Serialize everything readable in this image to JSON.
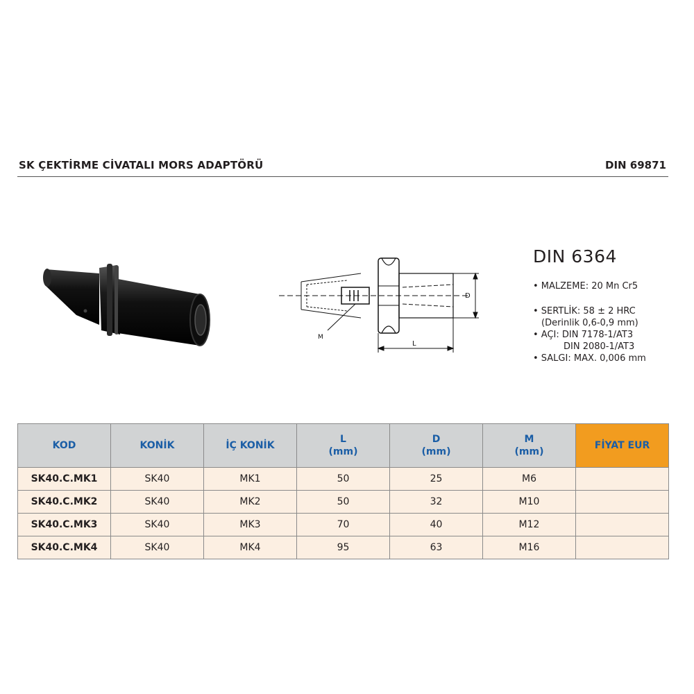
{
  "header": {
    "title": "SK ÇEKTİRME CİVATALI MORS ADAPTÖRÜ",
    "standard": "DIN 69871"
  },
  "drawing": {
    "label_m": "M",
    "label_l": "L",
    "label_d": "D"
  },
  "specs": {
    "title": "DIN 6364",
    "malzeme": "• MALZEME: 20 Mn Cr5",
    "sertlik": "• SERTLİK: 58 ± 2 HRC",
    "derinlik": "(Derinlik 0,6-0,9 mm)",
    "aci1": "• AÇI: DIN 7178-1/AT3",
    "aci2": "DIN 2080-1/AT3",
    "salgi": "• SALGI: MAX. 0,006 mm"
  },
  "table": {
    "headers": {
      "kod": "KOD",
      "konik": "KONİK",
      "ic_konik": "İÇ KONİK",
      "l": "L",
      "l_unit": "(mm)",
      "d": "D",
      "d_unit": "(mm)",
      "m": "M",
      "m_unit": "(mm)",
      "price": "FİYAT EUR"
    },
    "rows": [
      {
        "kod": "SK40.C.MK1",
        "konik": "SK40",
        "ic_konik": "MK1",
        "l": "50",
        "d": "25",
        "m": "M6",
        "price": ""
      },
      {
        "kod": "SK40.C.MK2",
        "konik": "SK40",
        "ic_konik": "MK2",
        "l": "50",
        "d": "32",
        "m": "M10",
        "price": ""
      },
      {
        "kod": "SK40.C.MK3",
        "konik": "SK40",
        "ic_konik": "MK3",
        "l": "70",
        "d": "40",
        "m": "M12",
        "price": ""
      },
      {
        "kod": "SK40.C.MK4",
        "konik": "SK40",
        "ic_konik": "MK4",
        "l": "95",
        "d": "63",
        "m": "M16",
        "price": ""
      }
    ]
  },
  "colors": {
    "header_bg": "#d1d3d4",
    "header_text": "#1b5ea6",
    "price_header_bg": "#f29c1f",
    "row_bg": "#fcefe2"
  }
}
